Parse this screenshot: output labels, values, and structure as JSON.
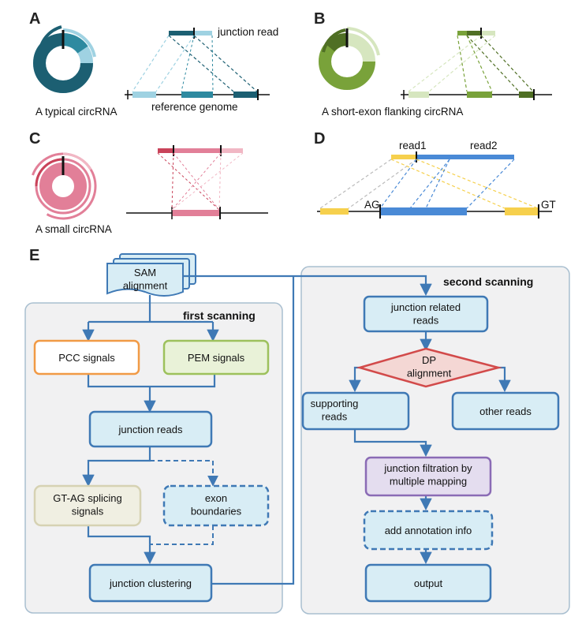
{
  "panels": {
    "A": {
      "letter": "A",
      "caption": "A typical circRNA",
      "junction_read": "junction read",
      "reference_genome": "reference genome",
      "colors": {
        "dark": "#1c5f72",
        "mid": "#2e8aa0",
        "light": "#9fd2e2"
      }
    },
    "B": {
      "letter": "B",
      "caption": "A short-exon flanking circRNA",
      "colors": {
        "dark": "#4f6f24",
        "mid": "#79a23a",
        "light": "#d6e6bf"
      }
    },
    "C": {
      "letter": "C",
      "caption": "A small circRNA",
      "colors": {
        "dark": "#c9435a",
        "mid": "#e27f98",
        "light": "#f1b7c4"
      }
    },
    "D": {
      "letter": "D",
      "read1": "read1",
      "read2": "read2",
      "ag": "AG",
      "gt": "GT",
      "colors": {
        "blue": "#4a8ad6",
        "yellow": "#f6d04d"
      }
    }
  },
  "flowchart": {
    "letter": "E",
    "sam_alignment": "SAM\nalignment",
    "first_scanning": "first scanning",
    "second_scanning": "second scanning",
    "pcc": "PCC signals",
    "pem": "PEM signals",
    "junction_reads": "junction reads",
    "gtag": "GT-AG splicing\nsignals",
    "exon": "exon\nboundaries",
    "clustering": "junction clustering",
    "related": "junction related\nreads",
    "dp": "DP\nalignment",
    "supporting": "supporting\nreads",
    "other": "other reads",
    "filtration": "junction filtration by\nmultiple mapping",
    "annotation": "add annotation info",
    "output": "output",
    "colors": {
      "box_fill": "#d8edf5",
      "box_border": "#3f79b5",
      "arrow": "#3f79b5",
      "pcc_border": "#f19a45",
      "pem_border": "#9dc15c",
      "pem_fill": "#e9f2d8",
      "gtag_border": "#d6d2b3",
      "gtag_fill": "#f0efe2",
      "dp_border": "#d24a4a",
      "dp_fill": "#f4d7d4",
      "filtration_border": "#8a6bb5",
      "filtration_fill": "#e4ddef",
      "group_fill": "#f1f1f2",
      "group_border": "#a9bfd0"
    }
  }
}
